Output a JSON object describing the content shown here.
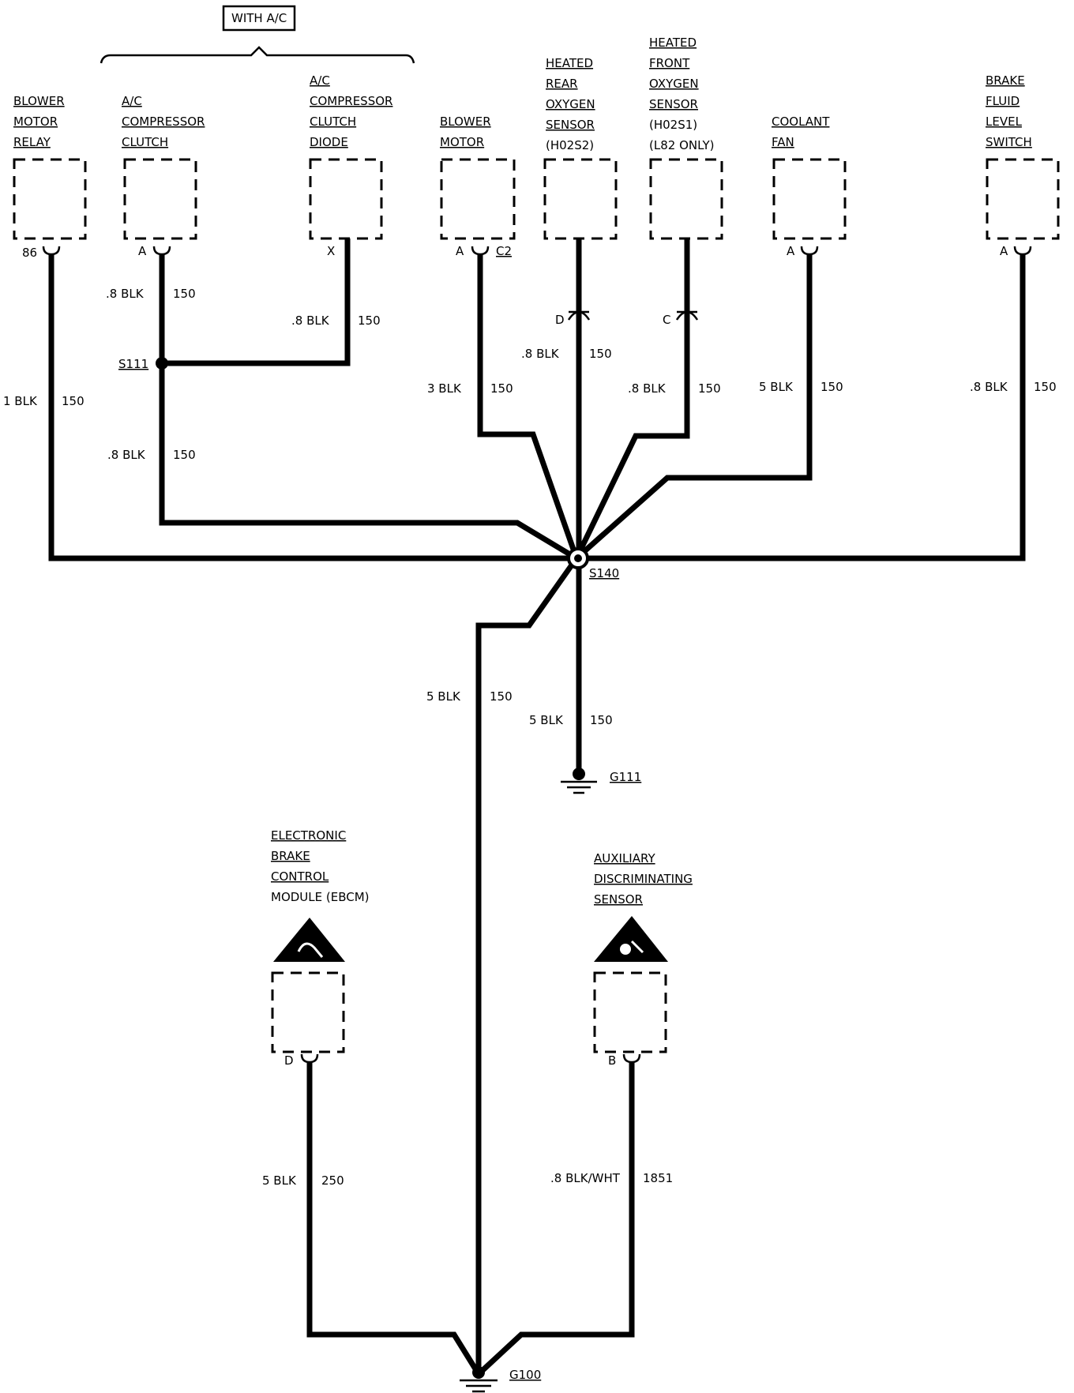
{
  "option_group": {
    "label": "WITH A/C"
  },
  "components": {
    "blower_motor_relay": {
      "lines": [
        "BLOWER",
        "MOTOR",
        "RELAY"
      ],
      "pin": "86"
    },
    "ac_compressor_clutch": {
      "lines": [
        "A/C",
        "COMPRESSOR",
        "CLUTCH"
      ],
      "pin": "A"
    },
    "ac_compressor_clutch_diode": {
      "lines": [
        "A/C",
        "COMPRESSOR",
        "CLUTCH",
        "DIODE"
      ],
      "pin": "X"
    },
    "blower_motor": {
      "lines": [
        "BLOWER",
        "MOTOR"
      ],
      "pin": "A",
      "connector": "C2"
    },
    "heated_rear_o2": {
      "lines": [
        "HEATED",
        "REAR",
        "OXYGEN",
        "SENSOR",
        "(H02S2)"
      ],
      "pin": "D"
    },
    "heated_front_o2": {
      "lines": [
        "HEATED",
        "FRONT",
        "OXYGEN",
        "SENSOR",
        "(H02S1)",
        "(L82 ONLY)"
      ],
      "pin": "C"
    },
    "coolant_fan": {
      "lines": [
        "COOLANT",
        "FAN"
      ],
      "pin": "A"
    },
    "brake_fluid_level_switch": {
      "lines": [
        "BRAKE",
        "FLUID",
        "LEVEL",
        "SWITCH"
      ],
      "pin": "A"
    },
    "ebcm": {
      "lines": [
        "ELECTRONIC",
        "BRAKE",
        "CONTROL",
        "MODULE (EBCM)"
      ],
      "pin": "D"
    },
    "aux_discriminating_sensor": {
      "lines": [
        "AUXILIARY",
        "DISCRIMINATING",
        "SENSOR"
      ],
      "pin": "B"
    }
  },
  "splices": {
    "s111": "S111",
    "s140": "S140"
  },
  "grounds": {
    "g111": "G111",
    "g100": "G100"
  },
  "wires": {
    "relay_86": {
      "gauge": "1 BLK",
      "circuit": "150"
    },
    "clutch_a": {
      "gauge": ".8 BLK",
      "circuit": "150"
    },
    "diode_x": {
      "gauge": ".8 BLK",
      "circuit": "150"
    },
    "s111_to_s140": {
      "gauge": ".8 BLK",
      "circuit": "150"
    },
    "blower_a": {
      "gauge": "3 BLK",
      "circuit": "150"
    },
    "rear_o2_d": {
      "gauge": ".8 BLK",
      "circuit": "150"
    },
    "front_o2_c": {
      "gauge": ".8 BLK",
      "circuit": "150"
    },
    "coolant_a": {
      "gauge": "5 BLK",
      "circuit": "150"
    },
    "brake_switch_a": {
      "gauge": ".8 BLK",
      "circuit": "150"
    },
    "s140_to_g100": {
      "gauge": "5 BLK",
      "circuit": "150"
    },
    "s140_to_g111": {
      "gauge": "5 BLK",
      "circuit": "150"
    },
    "ebcm_d": {
      "gauge": "5 BLK",
      "circuit": "250"
    },
    "aux_sensor_b": {
      "gauge": ".8 BLK/WHT",
      "circuit": "1851"
    }
  }
}
